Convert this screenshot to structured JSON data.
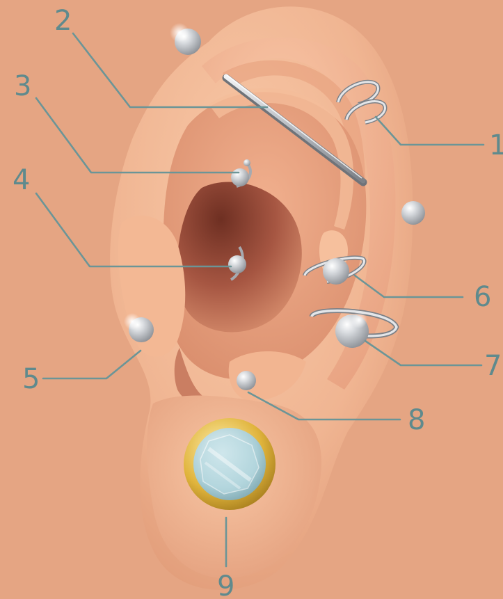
{
  "colors": {
    "background": "#e5a583",
    "skin_light": "#f6c4a2",
    "skin_mid": "#eaa887",
    "skin_shadow": "#c8785c",
    "canal_dark": "#7d3b2c",
    "metal": "#c9cdd2",
    "label": "#5f8a8d",
    "leader": "#6b9597",
    "gold": "#e0b43c",
    "gem": "#a9ced6"
  },
  "labels": [
    "1",
    "2",
    "3",
    "4",
    "5",
    "6",
    "7",
    "8",
    "9"
  ]
}
